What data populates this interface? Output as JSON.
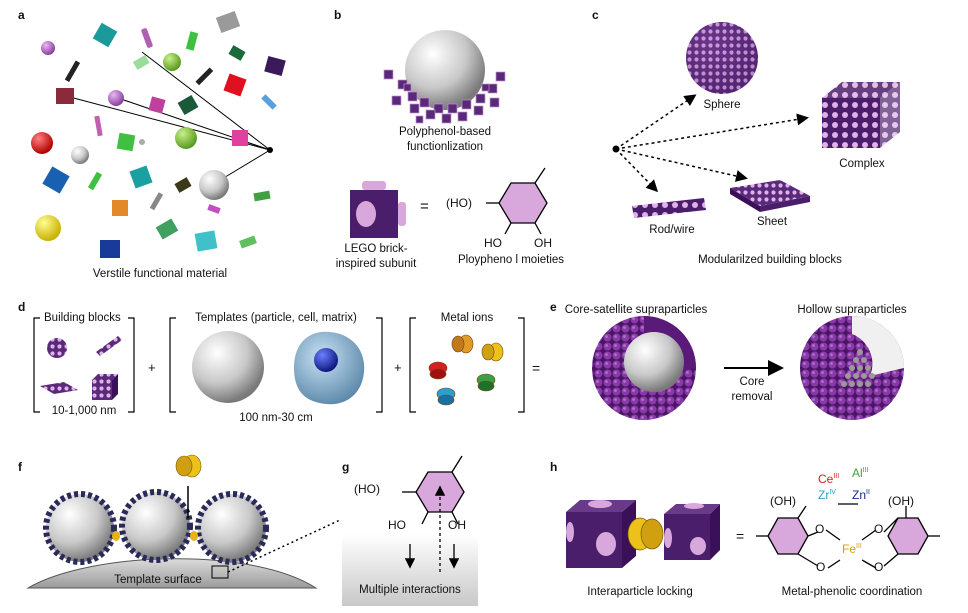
{
  "panels": {
    "a": {
      "letter": "a",
      "caption": "Verstile functional material"
    },
    "b": {
      "letter": "b",
      "caption_line1": "Polyphenol-based",
      "caption_line2": "functionlization",
      "lego_line1": "LEGO brick-",
      "lego_line2": "inspired subunit",
      "equals": "=",
      "moiety_label": "Ploypheno l moieties",
      "ho_paren": "(HO)",
      "ho": "HO",
      "oh": "OH"
    },
    "c": {
      "letter": "c",
      "sphere": "Sphere",
      "complex": "Complex",
      "sheet": "Sheet",
      "rod": "Rod/wire",
      "caption": "Modularilzed building blocks"
    },
    "d": {
      "letter": "d",
      "building_blocks": "Building blocks",
      "size_range": "10-1,000 nm",
      "plus1": "+",
      "templates": "Templates (particle, cell, matrix)",
      "template_range": "100 nm-30 cm",
      "plus2": "+",
      "metal_ions": "Metal ions",
      "equals": "="
    },
    "e": {
      "letter": "e",
      "core_satellite": "Core-satellite supraparticles",
      "hollow": "Hollow supraparticles",
      "core": "Core",
      "removal": "removal"
    },
    "f": {
      "letter": "f",
      "template_surface": "Template surface"
    },
    "g": {
      "letter": "g",
      "ho_paren": "(HO)",
      "ho": "HO",
      "oh": "OH",
      "caption": "Multiple interactions"
    },
    "h": {
      "letter": "h",
      "interparticle": "Interaparticle locking",
      "equals": "=",
      "coordination": "Metal-phenolic coordination",
      "oh_left": "(OH)",
      "oh_right": "(OH)",
      "ce": "Ce",
      "ce_ox": "III",
      "al": "Al",
      "al_ox": "III",
      "zr": "Zr",
      "zr_ox": "IV",
      "zn": "Zn",
      "zn_ox": "II",
      "fe": "Fe",
      "fe_ox": "III",
      "o": "O"
    }
  },
  "colors": {
    "purple": "#5a2a7a",
    "pink": "#d7a4dc",
    "gold": "#e6b418",
    "red_ion": "#d32020",
    "green_ion": "#3aa044",
    "blue_ion": "#2aa0d0"
  }
}
